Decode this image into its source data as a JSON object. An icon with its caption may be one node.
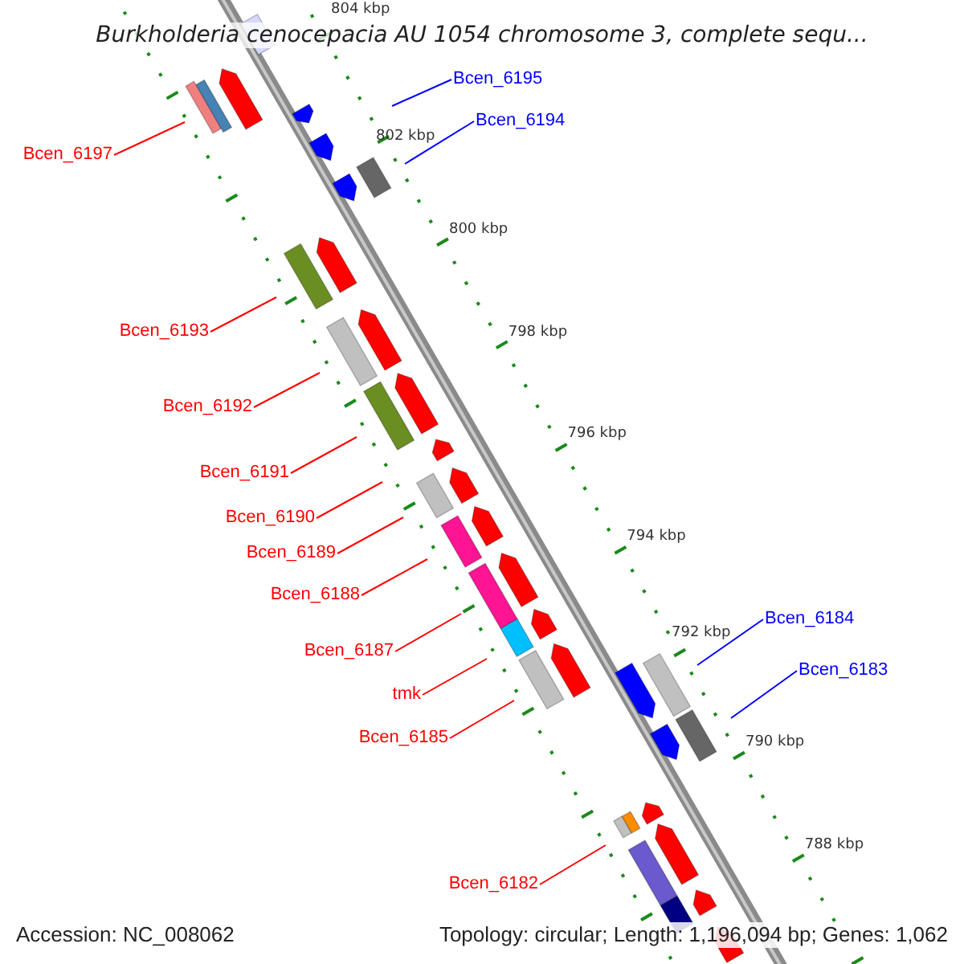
{
  "diagram": {
    "title": "Burkholderia cenocepacia AU 1054 chromosome 3, complete sequ...",
    "nodes": [
      {
        "text": [
          "Bcen_6195"
        ]
      },
      {
        "text": [
          "Bcen_6194"
        ]
      },
      {
        "text": [
          "Bcen_6197"
        ]
      },
      {
        "text": [
          "Bcen_6193"
        ]
      },
      {
        "text": [
          "Bcen_6192"
        ]
      },
      {
        "text": [
          "Bcen_6191"
        ]
      },
      {
        "text": [
          "Bcen_6190"
        ]
      },
      {
        "text": [
          "Bcen_6189"
        ]
      },
      {
        "text": [
          "Bcen_6188"
        ]
      },
      {
        "text": [
          "Bcen_6184"
        ]
      },
      {
        "text": [
          "Bcen_6187"
        ]
      },
      {
        "text": [
          "Bcen_6183"
        ]
      },
      {
        "text": [
          "tmk"
        ]
      },
      {
        "text": [
          "Bcen_6185"
        ]
      },
      {
        "text": [
          "Bcen_6182"
        ]
      }
    ],
    "edges": [
      {
        "from": 0,
        "to": null,
        "arrow": "none",
        "color": "#0000ff"
      },
      {
        "from": 1,
        "to": null,
        "arrow": "none",
        "color": "#0000ff"
      },
      {
        "from": 2,
        "to": null,
        "arrow": "none"
      },
      {
        "from": 3,
        "to": null,
        "arrow": "none"
      },
      {
        "from": 4,
        "to": null,
        "arrow": "none"
      },
      {
        "from": 5,
        "to": null,
        "arrow": "none"
      },
      {
        "from": 6,
        "to": null,
        "arrow": "none"
      },
      {
        "from": 7,
        "to": null,
        "arrow": "none"
      },
      {
        "from": 8,
        "to": null,
        "arrow": "none"
      },
      {
        "from": 9,
        "to": null,
        "arrow": "none",
        "color": "#0000ff"
      },
      {
        "from": 10,
        "to": null,
        "arrow": "none"
      },
      {
        "from": 11,
        "to": null,
        "arrow": "none",
        "color": "#0000ff"
      },
      {
        "from": 12,
        "to": null,
        "arrow": "none"
      },
      {
        "from": 13,
        "to": null,
        "arrow": "none"
      },
      {
        "from": 14,
        "to": null,
        "arrow": "none"
      }
    ],
    "labels": [
      "804 kbp",
      "802 kbp",
      "800 kbp",
      "798 kbp",
      "796 kbp",
      "794 kbp",
      "792 kbp",
      "790 kbp",
      "788 kbp",
      "Accession: NC_008062",
      "Topology: circular; Length: 1,196,094 bp; Genes: 1,062"
    ]
  }
}
